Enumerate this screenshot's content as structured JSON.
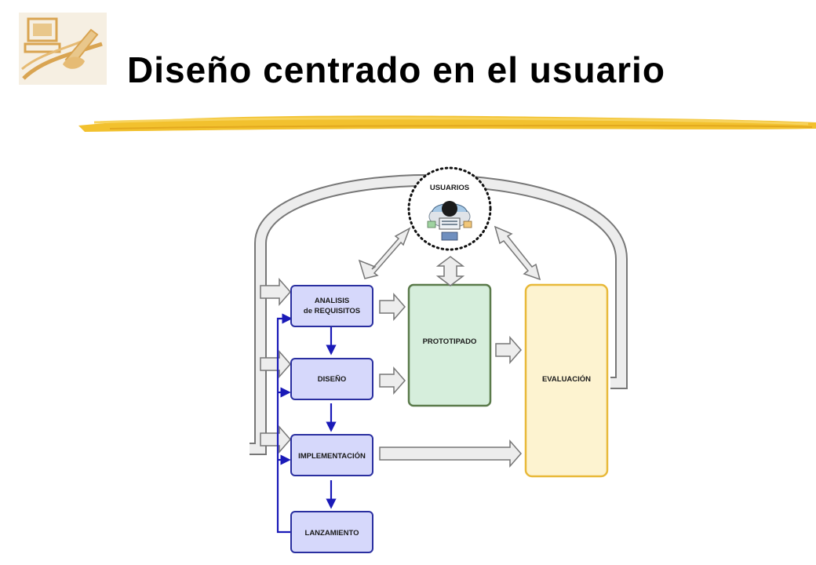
{
  "slide": {
    "title": "Diseño centrado en el usuario"
  },
  "logo": {
    "icon": "computer-and-hand-logo-icon",
    "color": "#d9a451"
  },
  "diagram": {
    "users_label": "USUARIOS",
    "steps": [
      {
        "line1": "ANALISIS",
        "line2": "de REQUISITOS"
      },
      {
        "line1": "DISEÑO"
      },
      {
        "line1": "IMPLEMENTACIÓN"
      },
      {
        "line1": "LANZAMIENTO"
      }
    ],
    "prototype_label": "PROTOTIPADO",
    "evaluation_label": "EVALUACIÓN",
    "colors": {
      "step_fill": "#d6d8fb",
      "step_border": "#2a2fa0",
      "prototype_fill": "#d6eedc",
      "prototype_border": "#5a7a4a",
      "evaluation_fill": "#fdf3d0",
      "evaluation_border": "#e8b93a",
      "loop_arrow": "#1a1ab8",
      "gray_arrow_fill": "#ededed",
      "gray_arrow_stroke": "#777777",
      "title_underline": "#f2c12e"
    }
  }
}
